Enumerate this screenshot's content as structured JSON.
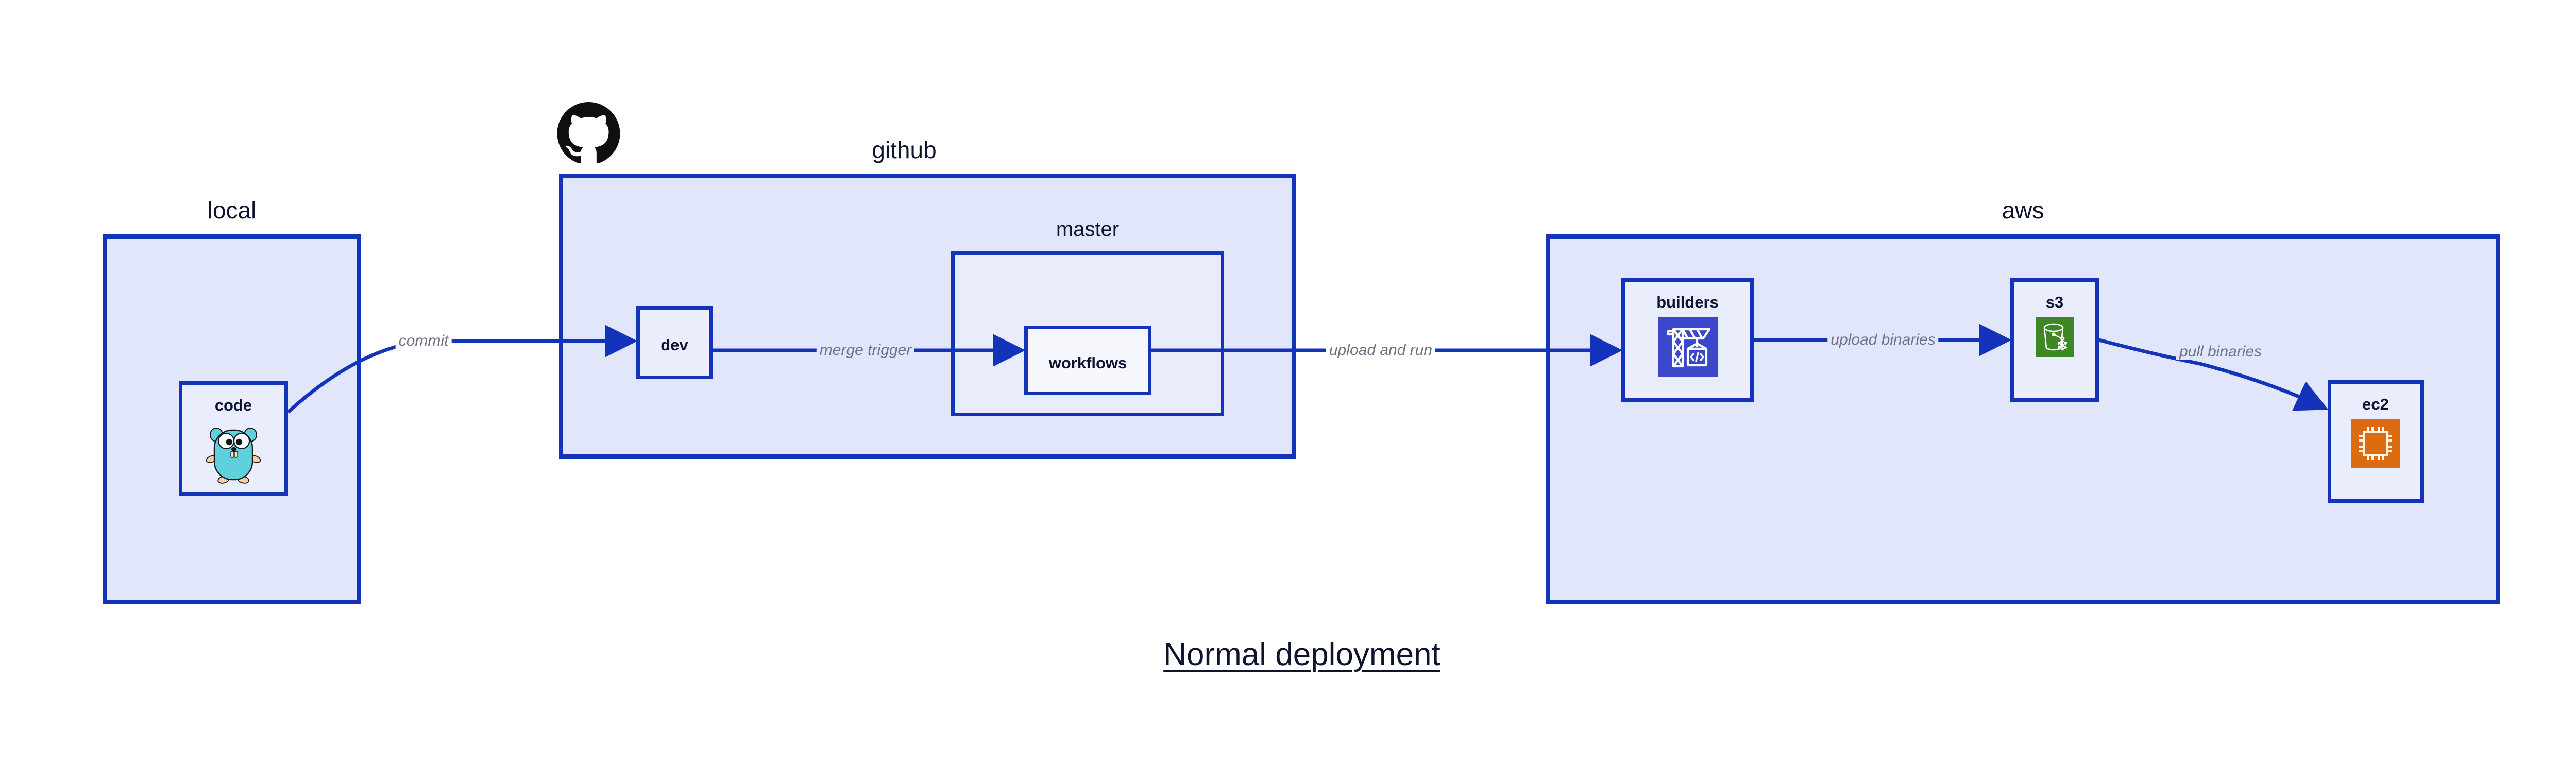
{
  "diagram": {
    "title": "Normal deployment",
    "type": "deployment-flow-diagram"
  },
  "colors": {
    "group_border": "#1433bb",
    "group_fill": "#e2e6fa",
    "subgroup_fill": "#e9edfb",
    "node_fill": "#eaeefc",
    "node_fill_light": "#f5f7fd",
    "arrow": "#1433bb",
    "label_text": "#0d1330",
    "edge_label_text": "#6e7285",
    "codebuild_icon": "#3b48cc",
    "s3_glacier_icon": "#3f8624",
    "ec2_icon": "#dd6b10",
    "gopher_body": "#5fd0dd",
    "github_mark": "#100f0f",
    "background": "#ffffff"
  },
  "groups": [
    {
      "id": "local",
      "label": "local",
      "label_align": "center"
    },
    {
      "id": "github",
      "label": "github",
      "label_align": "right"
    },
    {
      "id": "master",
      "label": "master",
      "label_align": "center"
    },
    {
      "id": "aws",
      "label": "aws",
      "label_align": "center"
    }
  ],
  "nodes": [
    {
      "id": "code",
      "label": "code",
      "icon": "go-gopher-icon",
      "group": "local"
    },
    {
      "id": "dev",
      "label": "dev",
      "icon": null,
      "group": "github"
    },
    {
      "id": "workflows",
      "label": "workflows",
      "icon": null,
      "group": "master"
    },
    {
      "id": "builders",
      "label": "builders",
      "icon": "aws-codebuild-icon",
      "group": "aws"
    },
    {
      "id": "s3",
      "label": "s3",
      "icon": "aws-s3-glacier-icon",
      "group": "aws"
    },
    {
      "id": "ec2",
      "label": "ec2",
      "icon": "aws-ec2-icon",
      "group": "aws"
    }
  ],
  "edges": [
    {
      "id": "commit",
      "from": "code",
      "to": "dev",
      "label": "commit"
    },
    {
      "id": "merge-trigger",
      "from": "dev",
      "to": "workflows",
      "label": "merge trigger"
    },
    {
      "id": "upload-and-run",
      "from": "workflows",
      "to": "builders",
      "label": "upload and run"
    },
    {
      "id": "upload-binaries",
      "from": "builders",
      "to": "s3",
      "label": "upload binaries"
    },
    {
      "id": "pull-binaries",
      "from": "s3",
      "to": "ec2",
      "label": "pull binaries"
    }
  ],
  "icons": {
    "github_mark": "github-octocat-icon",
    "go_gopher": "go-gopher-icon",
    "codebuild": "aws-codebuild-icon",
    "s3_glacier": "aws-s3-glacier-icon",
    "ec2": "aws-ec2-icon"
  }
}
